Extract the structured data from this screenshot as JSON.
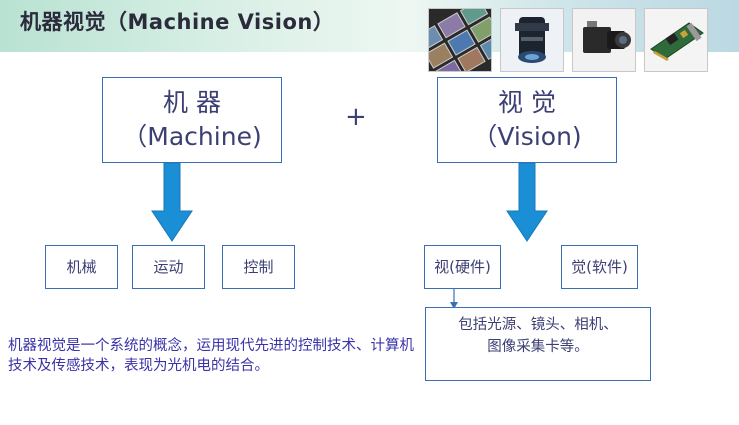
{
  "title": "机器视觉（Machine Vision）",
  "images": [
    {
      "icon": "image-sensor-icon"
    },
    {
      "icon": "lens-icon"
    },
    {
      "icon": "industrial-camera-icon"
    },
    {
      "icon": "frame-grabber-card-icon"
    }
  ],
  "machine": {
    "line1": "机  器",
    "line2": "（Machine)"
  },
  "plus": "+",
  "vision": {
    "line1": "视  觉",
    "line2": "（Vision)"
  },
  "machine_items": [
    "机械",
    "运动",
    "控制"
  ],
  "vision_items": [
    "视(硬件)",
    "觉(软件)"
  ],
  "hardware_detail": {
    "line1": "包括光源、镜头、相机、",
    "line2": "图像采集卡等。"
  },
  "description": "机器视觉是一个系统的概念，运用现代先进的控制技术、计算机技术及传感技术，表现为光机电的结合。",
  "colors": {
    "arrow": "#1b8fd6",
    "box_border": "#3b6fb3",
    "text": "#3c3f73",
    "desc": "#3a33a8"
  }
}
